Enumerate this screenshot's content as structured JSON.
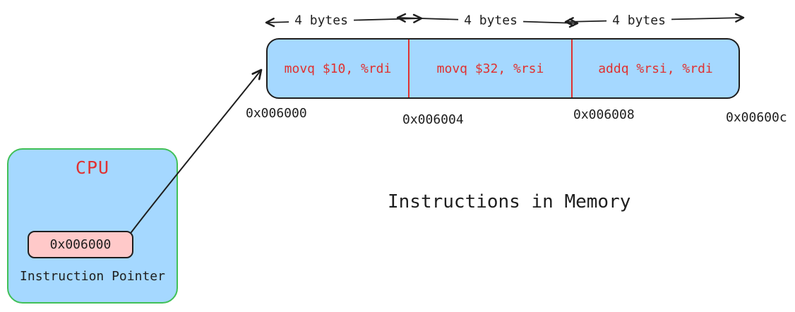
{
  "title": "Instructions in Memory",
  "memory": {
    "cells": [
      {
        "instruction": "movq $10, %rdi",
        "address": "0x006000",
        "size_label": "4 bytes"
      },
      {
        "instruction": "movq $32, %rsi",
        "address": "0x006004",
        "size_label": "4 bytes"
      },
      {
        "instruction": "addq %rsi, %rdi",
        "address": "0x006008",
        "size_label": "4 bytes"
      }
    ],
    "end_address": "0x00600c"
  },
  "cpu": {
    "label": "CPU",
    "instruction_pointer_value": "0x006000",
    "instruction_pointer_label": "Instruction Pointer"
  },
  "colors": {
    "stroke": "#1e1e1e",
    "memory_fill": "#a5d8ff",
    "pointer_fill": "#ffc9c9",
    "accent_red": "#e03131",
    "accent_green": "#40c057"
  }
}
